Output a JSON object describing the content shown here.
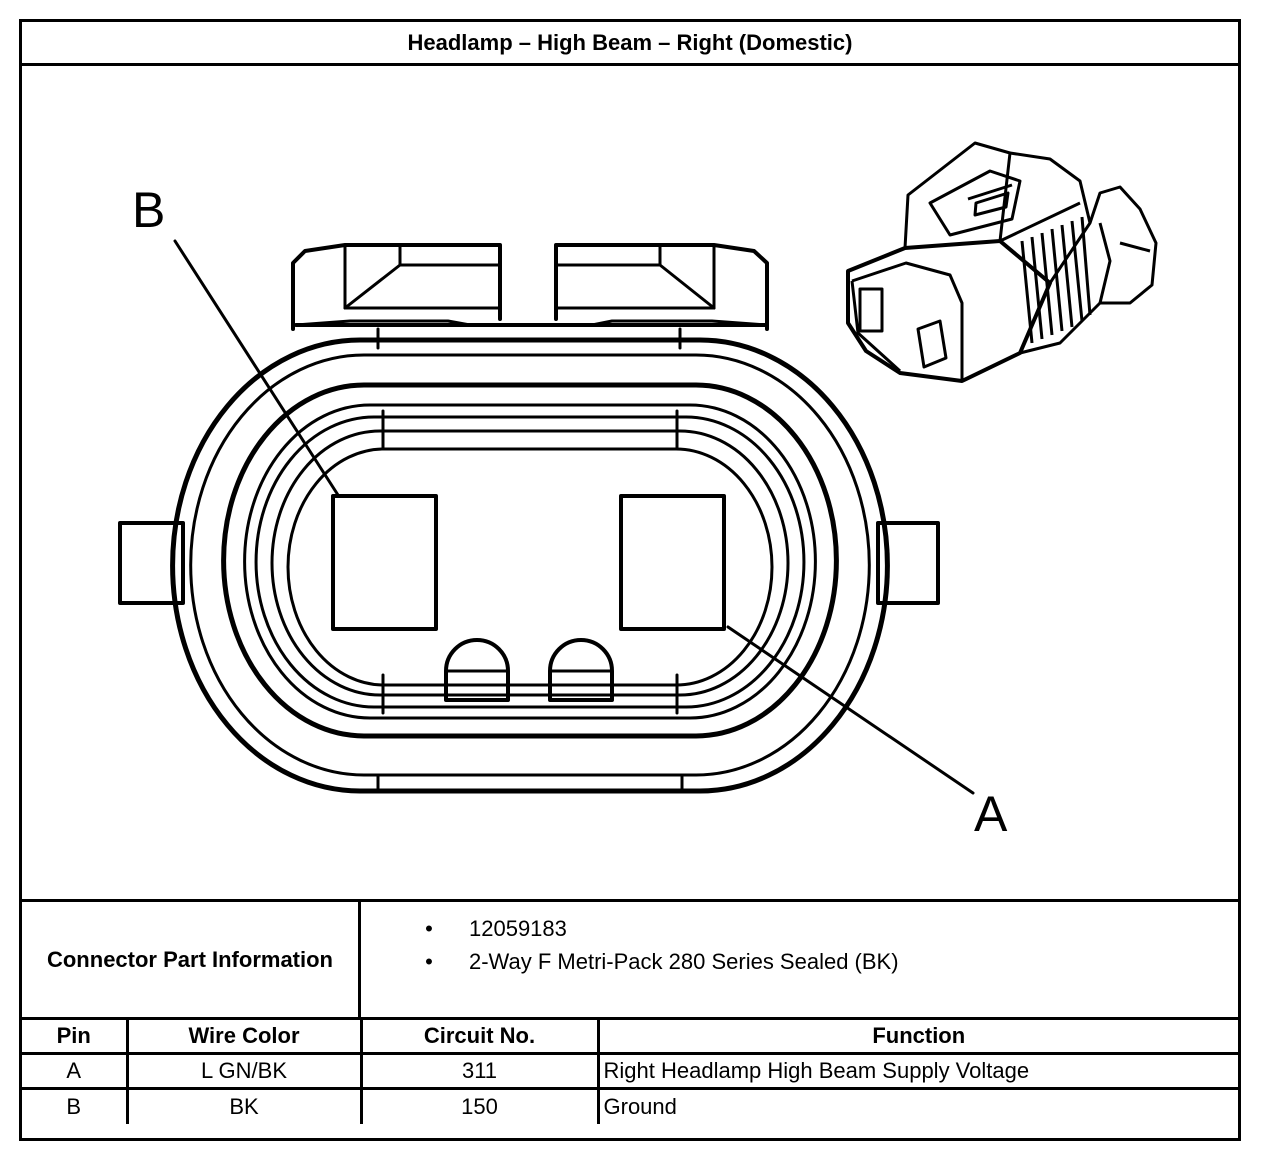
{
  "title": "Headlamp – High Beam – Right (Domestic)",
  "diagram": {
    "label_b": "B",
    "label_a": "A"
  },
  "connector_info": {
    "label": "Connector Part Information",
    "items": [
      "12059183",
      "2-Way F Metri-Pack 280 Series Sealed (BK)"
    ],
    "bullet": "•"
  },
  "pin_table": {
    "headers": [
      "Pin",
      "Wire Color",
      "Circuit No.",
      "Function"
    ],
    "rows": [
      [
        "A",
        "L GN/BK",
        "311",
        "Right Headlamp High Beam Supply Voltage"
      ],
      [
        "B",
        "BK",
        "150",
        "Ground"
      ]
    ]
  }
}
